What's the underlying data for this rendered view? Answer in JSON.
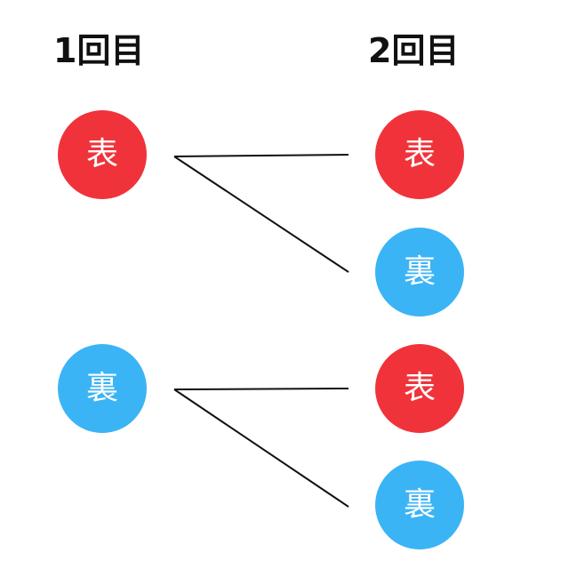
{
  "rounds": {
    "first": "1回目",
    "second": "2回目"
  },
  "colors": {
    "heads": "#f0333a",
    "tails": "#3bb4f5"
  },
  "first_round": [
    {
      "side": "heads",
      "label": "表"
    },
    {
      "side": "tails",
      "label": "裏"
    }
  ],
  "second_round": [
    {
      "side": "heads",
      "label": "表"
    },
    {
      "side": "tails",
      "label": "裏"
    },
    {
      "side": "heads",
      "label": "表"
    },
    {
      "side": "tails",
      "label": "裏"
    }
  ]
}
